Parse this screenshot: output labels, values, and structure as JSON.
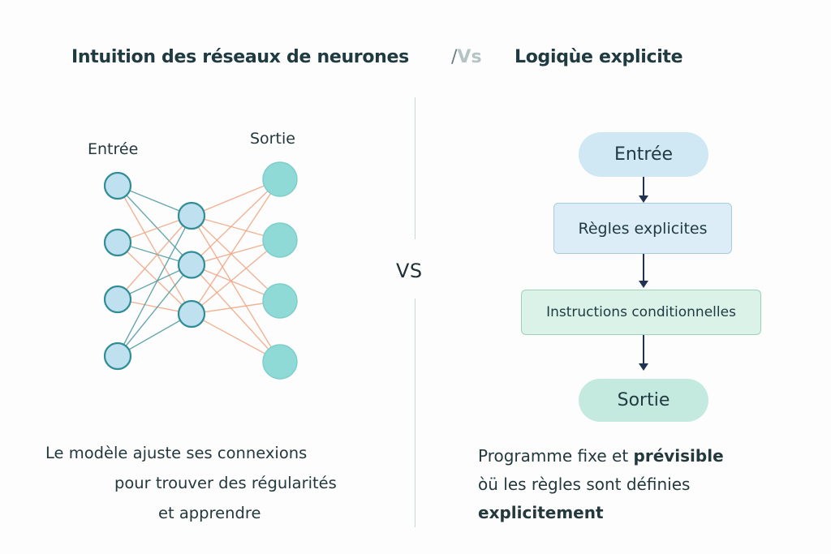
{
  "header": {
    "left_title": "Intuition des réseaux de neurones",
    "separator_slash": "/",
    "separator_vs": "Vs",
    "right_title": "Logiqùe explicite"
  },
  "center": {
    "vs_label": "VS"
  },
  "neural_network": {
    "input_label": "Entrée",
    "output_label": "Sortie",
    "layers": {
      "input": 4,
      "hidden": 3,
      "output": 4
    },
    "colors": {
      "input_hidden_node_fill": "#bfe0ef",
      "input_hidden_node_stroke": "#2f8d96",
      "output_node_fill": "#8fd9d6",
      "output_node_stroke": "#7ccfcb",
      "edge_teal": "#4f9aa0",
      "edge_orange": "#f0a582"
    },
    "input_hidden_edges": [
      [
        "teal",
        "teal",
        "orange"
      ],
      [
        "orange",
        "teal",
        "orange"
      ],
      [
        "orange",
        "teal",
        "orange"
      ],
      [
        "teal",
        "teal",
        "teal"
      ]
    ],
    "hidden_output_edge_color": "orange",
    "caption_lines": [
      "Le modèle ajuste ses connexions",
      "pour trouver des régularités",
      "et apprendre"
    ]
  },
  "flowchart": {
    "steps": [
      {
        "label": "Entrée",
        "shape": "pill"
      },
      {
        "label": "Règles explicites",
        "shape": "box"
      },
      {
        "label": "Instructions conditionnelles",
        "shape": "box"
      },
      {
        "label": "Sortie",
        "shape": "pill"
      }
    ],
    "caption": {
      "line1_normal": "Programme fixe et ",
      "line1_bold": "prévisible",
      "line2": "òü les règles sont définies",
      "line3_bold": "explicitement"
    }
  }
}
